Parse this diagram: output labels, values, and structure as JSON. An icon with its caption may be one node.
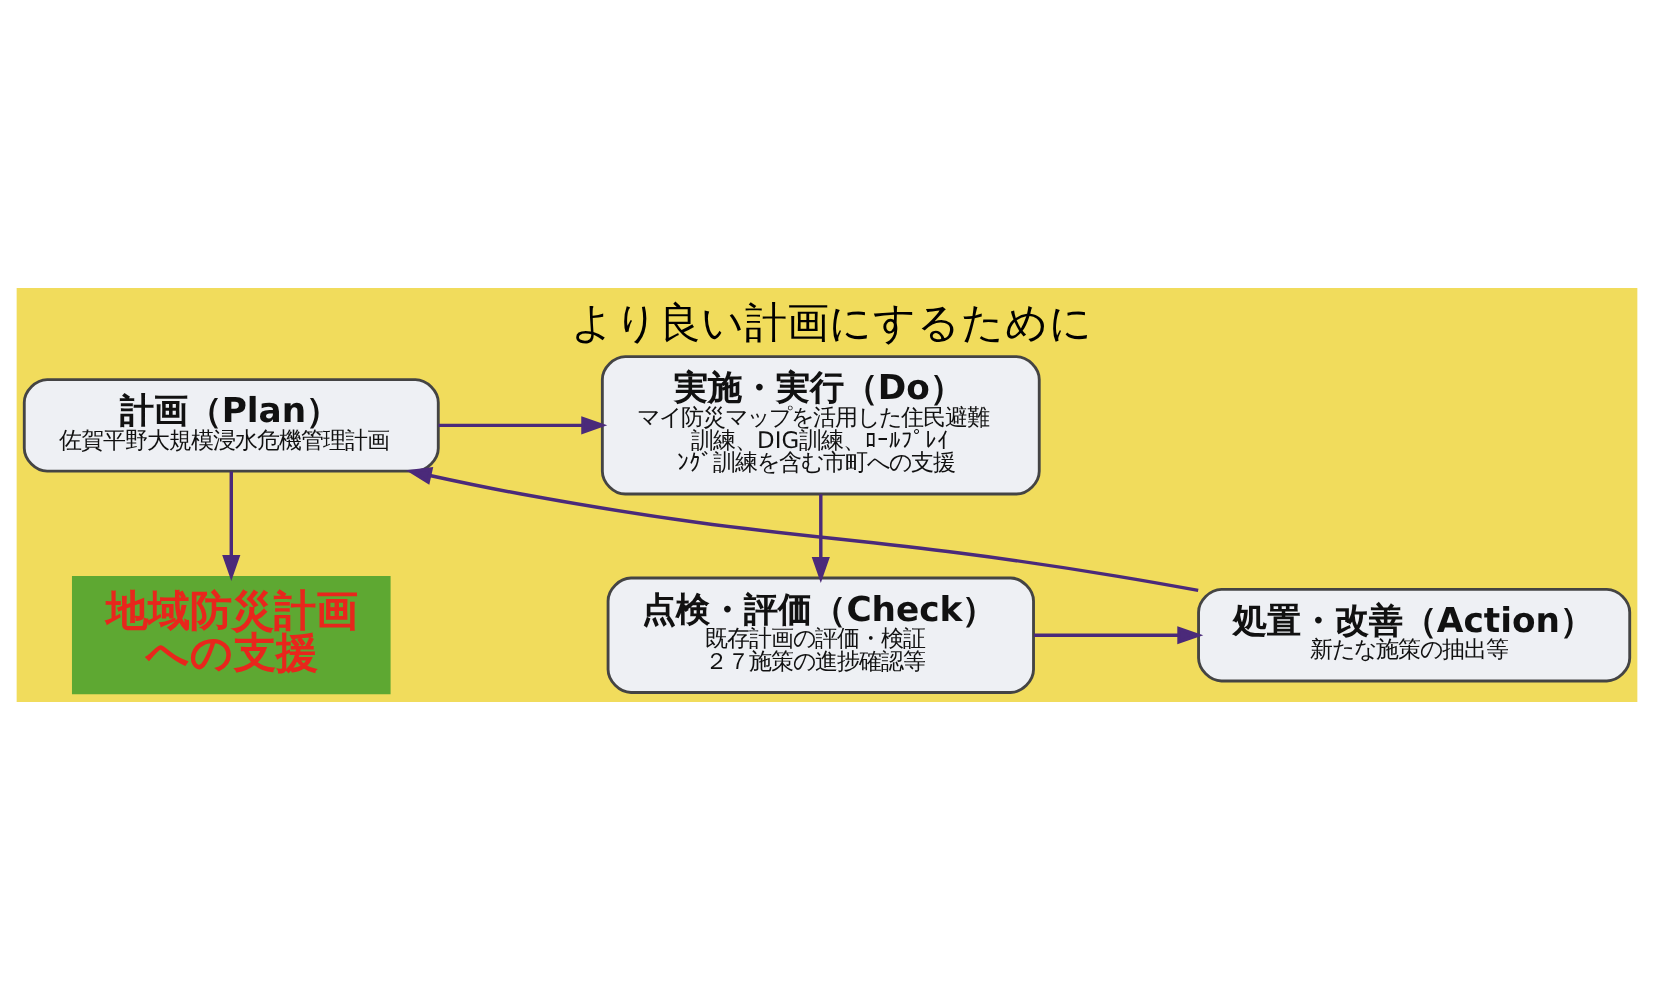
{
  "diagram": {
    "title": "より良い計画にするために",
    "nodes": [
      {
        "text": [
          "計画（Plan）",
          "佐賀平野大規模浸水危機管理計画"
        ]
      },
      {
        "text": [
          "実施・実行（Do）",
          "マイ防災マップを活用した住民避難訓練、DIG訓練、ﾛｰﾙﾌﾟﾚｲﾝｸﾞ訓練を含む市町への支援"
        ]
      },
      {
        "text": [
          "地域防災計画への支援"
        ]
      },
      {
        "text": [
          "処置・改善（Action）",
          "新たな施策の抽出等"
        ]
      },
      {
        "text": [
          "点検・評価（Check）",
          "既存計画の評価・検証",
          "２７施策の進捗確認等"
        ]
      }
    ],
    "edges": [
      {
        "from": 0,
        "to": 1,
        "arrow": "to"
      },
      {
        "from": 0,
        "to": 2,
        "arrow": "to"
      },
      {
        "from": 1,
        "to": 4,
        "arrow": "to"
      },
      {
        "from": 4,
        "to": 3,
        "arrow": "to"
      },
      {
        "from": 3,
        "to": 0,
        "arrow": "to"
      }
    ]
  }
}
